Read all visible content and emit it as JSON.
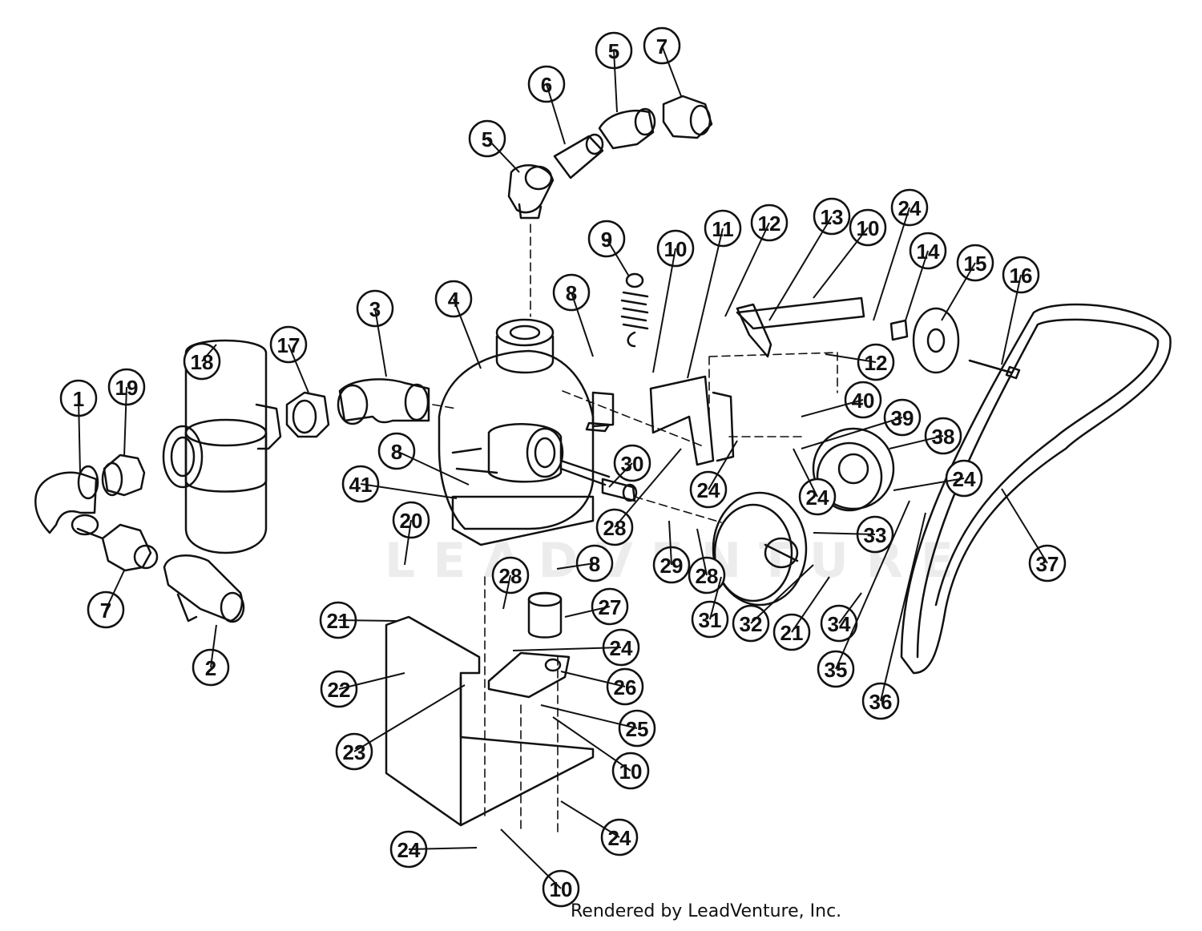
{
  "watermark": "LEADVENTURE",
  "footer": "Rendered by LeadVenture, Inc.",
  "callouts": [
    "1",
    "2",
    "3",
    "4",
    "5",
    "5",
    "6",
    "7",
    "7",
    "8",
    "8",
    "8",
    "9",
    "10",
    "10",
    "10",
    "10",
    "11",
    "12",
    "12",
    "13",
    "14",
    "15",
    "16",
    "17",
    "18",
    "19",
    "20",
    "21",
    "21",
    "22",
    "23",
    "24",
    "24",
    "24",
    "24",
    "24",
    "24",
    "24",
    "25",
    "26",
    "27",
    "28",
    "28",
    "28",
    "29",
    "30",
    "31",
    "32",
    "33",
    "34",
    "35",
    "36",
    "37",
    "38",
    "39",
    "40",
    "41"
  ]
}
